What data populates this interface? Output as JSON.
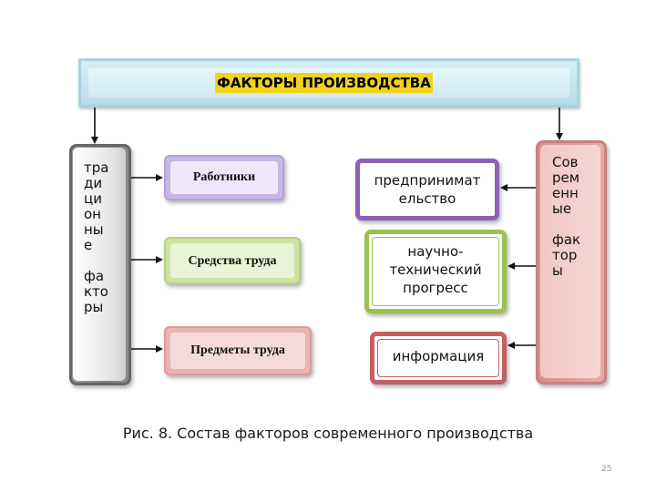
{
  "header": {
    "title": "ФАКТОРЫ ПРОИЗВОДСТВА"
  },
  "traditional": {
    "label": "тра\nди\nци\nон\nны\nе\n\nфа\nкто\nры"
  },
  "modern": {
    "label": "Сов\nрем\nенн\nые\n\nфак\nтор\nы"
  },
  "left_items": [
    {
      "label": "Работники"
    },
    {
      "label": "Средства труда"
    },
    {
      "label": "Предметы труда"
    }
  ],
  "right_items": [
    {
      "label": "предпринимат\nельство"
    },
    {
      "label": "научно-\nтехнический\nпрогресс"
    },
    {
      "label": "информация"
    }
  ],
  "caption": "Рис. 8. Состав факторов современного производства",
  "page_number": "25",
  "colors": {
    "header_highlight": "#f3d21a",
    "traditional": "#8a8a8a",
    "modern": "#e0a0a0",
    "workers": "#b49fdc",
    "means": "#b5d081",
    "objects": "#dc9a9a",
    "entrepreneurship": "#8a62b8",
    "sci_tech": "#9cc24a",
    "information": "#c56060"
  }
}
